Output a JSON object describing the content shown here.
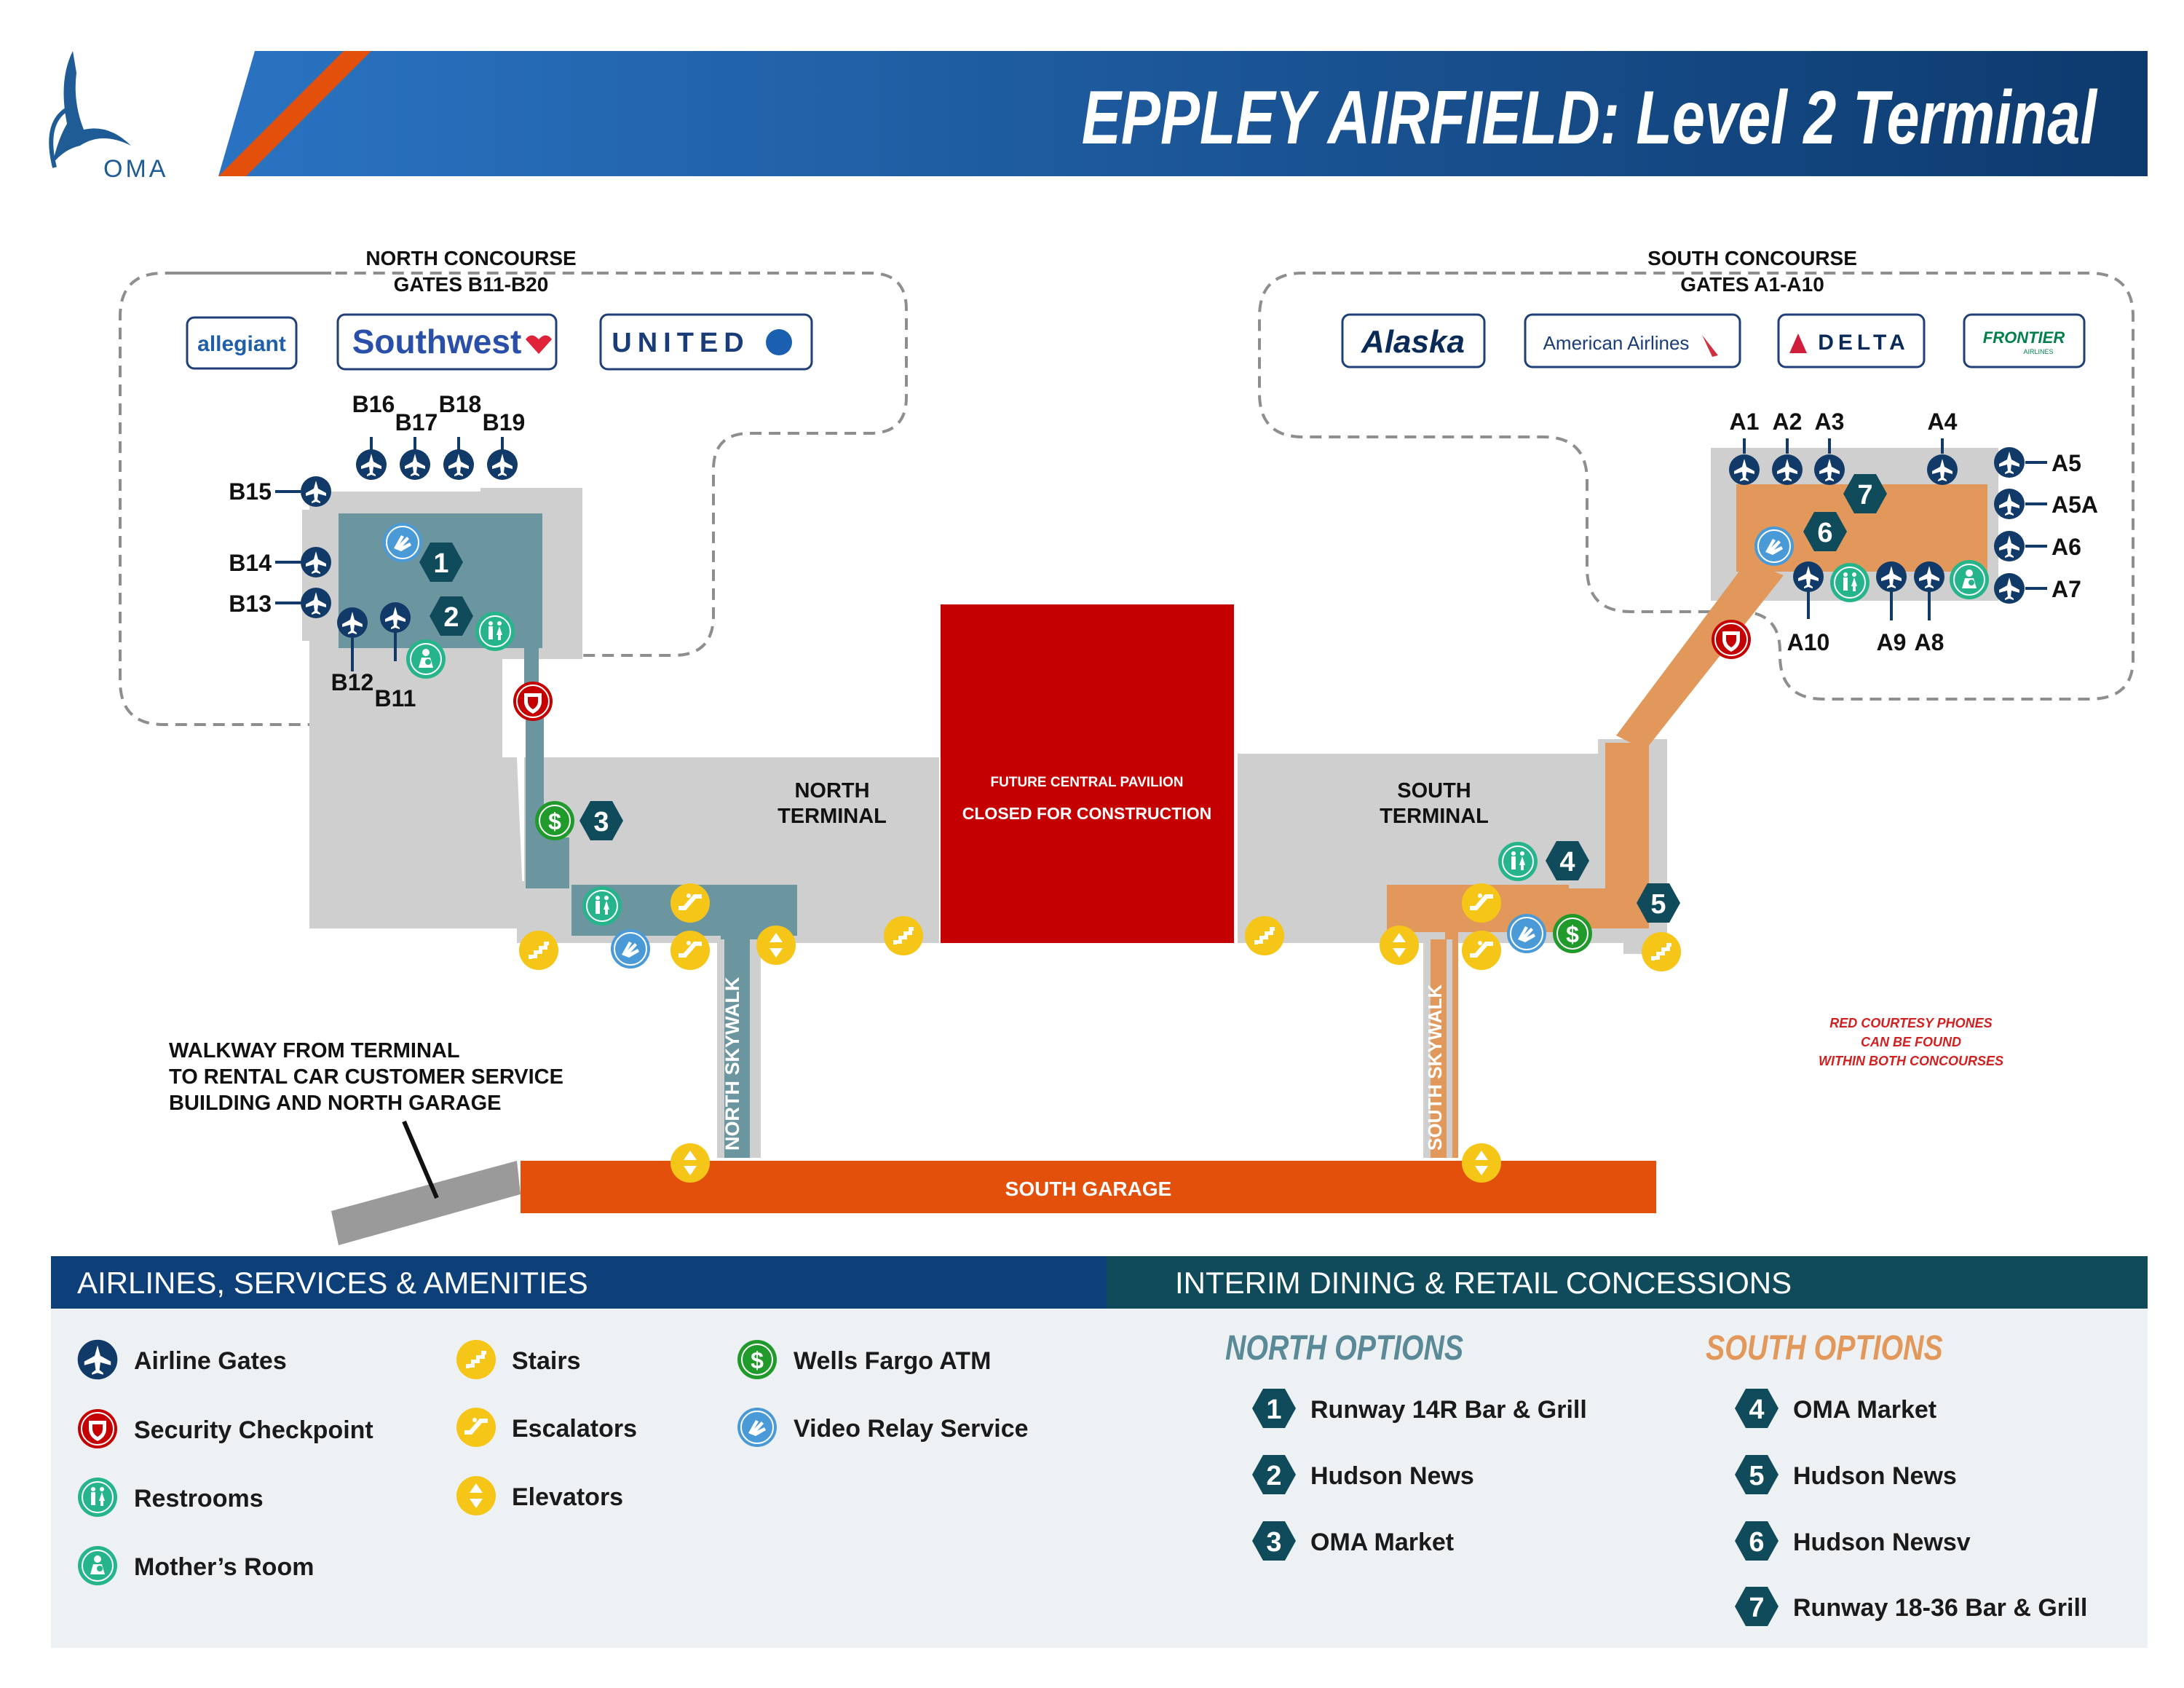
{
  "header": {
    "logo_text": "OMA",
    "title": "EPPLEY AIRFIELD:  Level 2 Terminal"
  },
  "north_concourse": {
    "title": "NORTH CONCOURSE",
    "subtitle": "GATES B11-B20",
    "airlines": [
      "allegiant",
      "Southwest",
      "UNITED"
    ]
  },
  "south_concourse": {
    "title": "SOUTH CONCOURSE",
    "subtitle": "GATES A1-A10",
    "airlines": [
      "Alaska",
      "American Airlines",
      "DELTA",
      "FRONTIER"
    ],
    "frontier_sub": "AIRLINES"
  },
  "areas": {
    "north_terminal": [
      "NORTH",
      "TERMINAL"
    ],
    "south_terminal": [
      "SOUTH",
      "TERMINAL"
    ],
    "pavilion_line1": "FUTURE CENTRAL PAVILION",
    "pavilion_line2": "CLOSED FOR CONSTRUCTION",
    "north_skywalk": "NORTH SKYWALK",
    "south_skywalk": "SOUTH SKYWALK",
    "south_garage": "SOUTH GARAGE",
    "walkway_note": [
      "WALKWAY FROM TERMINAL",
      "TO RENTAL CAR CUSTOMER SERVICE",
      "BUILDING AND NORTH GARAGE"
    ],
    "phones_note": [
      "RED COURTESY PHONES",
      "CAN BE FOUND",
      "WITHIN BOTH CONCOURSES"
    ]
  },
  "gates": {
    "B16": "B16",
    "B17": "B17",
    "B18": "B18",
    "B19": "B19",
    "B15": "B15",
    "B14": "B14",
    "B13": "B13",
    "B12": "B12",
    "B11": "B11",
    "A1": "A1",
    "A2": "A2",
    "A3": "A3",
    "A4": "A4",
    "A5": "A5",
    "A5A": "A5A",
    "A6": "A6",
    "A7": "A7",
    "A10": "A10",
    "A9": "A9",
    "A8": "A8"
  },
  "concession_numbers": [
    "1",
    "2",
    "3",
    "4",
    "5",
    "6",
    "7"
  ],
  "legend": {
    "left_header": "AIRLINES, SERVICES & AMENITIES",
    "right_header": "INTERIM DINING & RETAIL CONCESSIONS",
    "amenities": {
      "airline_gates": "Airline Gates",
      "security": "Security Checkpoint",
      "restrooms": "Restrooms",
      "mothers_room": "Mother’s Room",
      "stairs": "Stairs",
      "escalators": "Escalators",
      "elevators": "Elevators",
      "atm": "Wells Fargo ATM",
      "video_relay": "Video Relay Service"
    },
    "north_options_title": "NORTH OPTIONS",
    "south_options_title": "SOUTH OPTIONS",
    "north_options": [
      {
        "num": "1",
        "name": "Runway 14R Bar & Grill"
      },
      {
        "num": "2",
        "name": "Hudson News"
      },
      {
        "num": "3",
        "name": "OMA Market"
      }
    ],
    "south_options": [
      {
        "num": "4",
        "name": "OMA Market"
      },
      {
        "num": "5",
        "name": "Hudson News"
      },
      {
        "num": "6",
        "name": "Hudson Newsv"
      },
      {
        "num": "7",
        "name": "Runway 18-36 Bar & Grill"
      }
    ]
  },
  "colors": {
    "header_blue": "#0d3f78",
    "orange": "#e2500c",
    "teal_area": "#6b96a0",
    "south_area": "#e2985a",
    "pavilion_red": "#c40000",
    "gate_navy": "#123a68",
    "stairs_yellow": "#f5c518",
    "hex_teal": "#0f4b5a"
  }
}
